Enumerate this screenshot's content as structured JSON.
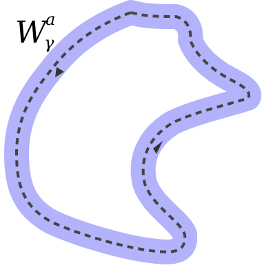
{
  "label": {
    "base": "W",
    "superscript": "a",
    "subscript": "γ"
  },
  "colors": {
    "band": "#b3b3fb",
    "path": "#444444",
    "arrow": "#333333",
    "background": "#ffffff"
  },
  "path_style": "dashed",
  "arrows": [
    "arrow-left-upward",
    "arrow-right-upward"
  ]
}
